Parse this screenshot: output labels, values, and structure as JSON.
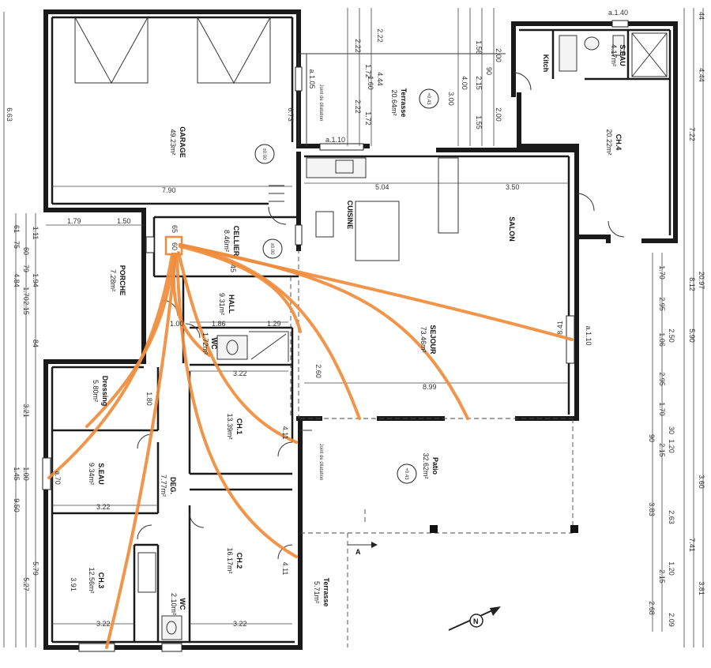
{
  "plan": {
    "rooms": [
      {
        "id": "garage",
        "name": "GARAGE",
        "area": "49.23m²"
      },
      {
        "id": "seau_top",
        "name": "S.EAU",
        "area": "4.17m²"
      },
      {
        "id": "kitch",
        "name": "Kitch",
        "area": ""
      },
      {
        "id": "ch4",
        "name": "CH.4",
        "area": "20.22m²"
      },
      {
        "id": "terrasse_top",
        "name": "Terrasse",
        "area": "20.64m²"
      },
      {
        "id": "cuisine",
        "name": "CUISINE",
        "area": ""
      },
      {
        "id": "salon",
        "name": "SALON",
        "area": ""
      },
      {
        "id": "sejour",
        "name": "SEJOUR",
        "area": "73.46m²"
      },
      {
        "id": "cellier",
        "name": "CELLIER",
        "area": "8.46m²"
      },
      {
        "id": "porche",
        "name": "PORCHE",
        "area": "7.28m²"
      },
      {
        "id": "hall",
        "name": "HALL",
        "area": "9.31m²"
      },
      {
        "id": "wc_top",
        "name": "WC",
        "area": "1.72m²"
      },
      {
        "id": "dressing",
        "name": "Dressing",
        "area": "5.80m²"
      },
      {
        "id": "seau_left",
        "name": "S.EAU",
        "area": "9.34m²"
      },
      {
        "id": "deg",
        "name": "DEG.",
        "area": "7.77m²"
      },
      {
        "id": "ch1",
        "name": "CH.1",
        "area": "13.39m²"
      },
      {
        "id": "ch2",
        "name": "CH.2",
        "area": "16.17m²"
      },
      {
        "id": "ch3",
        "name": "CH.3",
        "area": "12.56m²"
      },
      {
        "id": "wc_bottom",
        "name": "WC",
        "area": "2.10m²"
      },
      {
        "id": "patio",
        "name": "Patio",
        "area": "32.62m²"
      },
      {
        "id": "terrasse_bottom",
        "name": "Terrasse",
        "area": "5.71m²"
      }
    ],
    "levels": [
      "±0.00",
      "+0.43",
      "±0.00",
      "+0.43"
    ],
    "joints": [
      "Joint de dilatation",
      "Joint de dilatation"
    ],
    "openings": [
      "a.1.40",
      "a.1.05",
      "a.1.10",
      "a.1.10",
      "a.70"
    ],
    "section_marker": "A",
    "north": "N",
    "dimensions": {
      "garage_width": "7.90",
      "kitchen_width": "5.04",
      "salon_width": "3.50",
      "sejour_width": "8.99",
      "sejour_height": "8.41",
      "hall_a": "1.86",
      "hall_b": "1.29",
      "hall_c": "1.00",
      "wc_width": "3.22",
      "dressing_h": "1.80",
      "seau_w": "3.22",
      "ch2_w": "3.22",
      "ch3_w": "3.22",
      "ch3_h": "3.91",
      "ch1_h": "4.11",
      "ch2_h": "4.11",
      "deg_h": "2.60",
      "porche_a": "1.79",
      "porche_b": "1.50",
      "cell_a": "65",
      "cell_b": "60",
      "cell_c": "45",
      "wc_side": "6.73",
      "top_a": "2.22",
      "top_b": "1.72",
      "top_c": "4.44",
      "top_d": "2.22",
      "top_e": "1.72",
      "top_f": "2.22",
      "top_g": "1.60",
      "top_h": "3.00",
      "top_i": "4.00",
      "top_j": "1.56",
      "top_k": "2.15",
      "top_l": "1.55",
      "top_m": "2.00",
      "top_n": "2.00",
      "top_o": "90",
      "left_a": "6.63",
      "left_b": "4.84",
      "left_c": "2.15",
      "left_d": "1.70",
      "left_e": "1.94",
      "left_f": "79",
      "left_g": "60",
      "left_h": "75",
      "left_i": "61",
      "left_j": "1.11",
      "left_k": "84",
      "left_l": "3.21",
      "left_m": "1.45",
      "left_n": "1.00",
      "left_o": "9.50",
      "left_p": "5.79",
      "left_q": "5.27",
      "right_a": "4.44",
      "right_b": "7.22",
      "right_c": "20.97",
      "right_d": "8.12",
      "right_e": "5.90",
      "right_f": "3.60",
      "right_g": "7.41",
      "right_h": "3.81",
      "right_i": "1.70",
      "right_j": "2.95",
      "right_k": "2.50",
      "right_l": "1.06",
      "right_m": "2.95",
      "right_n": "1.70",
      "right_o": "30",
      "right_p": "90",
      "right_q": "1.20",
      "right_r": "2.15",
      "right_s": "3.83",
      "right_t": "2.63",
      "right_u": "1.20",
      "right_v": "2.15",
      "right_w": "2.68",
      "right_x": "2.09",
      "right_y": "44"
    }
  },
  "colors": {
    "duct": "#f08c3c",
    "wall": "#1a1a1a"
  }
}
